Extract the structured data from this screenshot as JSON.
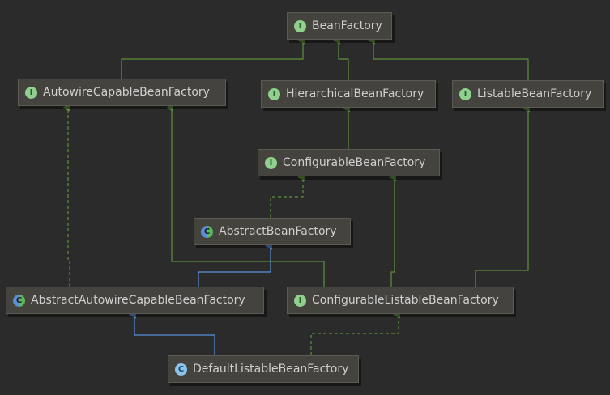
{
  "nodes": {
    "bean_factory": {
      "label": "BeanFactory",
      "kind": "interface",
      "badge": "I"
    },
    "autowire_capable": {
      "label": "AutowireCapableBeanFactory",
      "kind": "interface",
      "badge": "I"
    },
    "hierarchical": {
      "label": "HierarchicalBeanFactory",
      "kind": "interface",
      "badge": "I"
    },
    "listable": {
      "label": "ListableBeanFactory",
      "kind": "interface",
      "badge": "I"
    },
    "configurable": {
      "label": "ConfigurableBeanFactory",
      "kind": "interface",
      "badge": "I"
    },
    "abstract_bean": {
      "label": "AbstractBeanFactory",
      "kind": "abstract",
      "badge": "C"
    },
    "abstract_autowire": {
      "label": "AbstractAutowireCapableBeanFactory",
      "kind": "abstract",
      "badge": "C"
    },
    "configurable_listable": {
      "label": "ConfigurableListableBeanFactory",
      "kind": "interface",
      "badge": "I"
    },
    "default_listable": {
      "label": "DefaultListableBeanFactory",
      "kind": "class",
      "badge": "C"
    }
  },
  "colors": {
    "background": "#2b2b2b",
    "extends_interface": "#5f8f3e",
    "implements": "#5f8f3e",
    "extends_class": "#5a8fd8"
  },
  "edges": [
    {
      "from": "autowire_capable",
      "to": "bean_factory",
      "type": "extends"
    },
    {
      "from": "hierarchical",
      "to": "bean_factory",
      "type": "extends"
    },
    {
      "from": "listable",
      "to": "bean_factory",
      "type": "extends"
    },
    {
      "from": "configurable",
      "to": "hierarchical",
      "type": "extends"
    },
    {
      "from": "abstract_bean",
      "to": "configurable",
      "type": "implements"
    },
    {
      "from": "abstract_autowire",
      "to": "autowire_capable",
      "type": "implements"
    },
    {
      "from": "abstract_autowire",
      "to": "abstract_bean",
      "type": "extends-class"
    },
    {
      "from": "configurable_listable",
      "to": "autowire_capable",
      "type": "extends"
    },
    {
      "from": "configurable_listable",
      "to": "configurable",
      "type": "extends"
    },
    {
      "from": "configurable_listable",
      "to": "listable",
      "type": "extends"
    },
    {
      "from": "default_listable",
      "to": "abstract_autowire",
      "type": "extends-class"
    },
    {
      "from": "default_listable",
      "to": "configurable_listable",
      "type": "implements"
    }
  ]
}
